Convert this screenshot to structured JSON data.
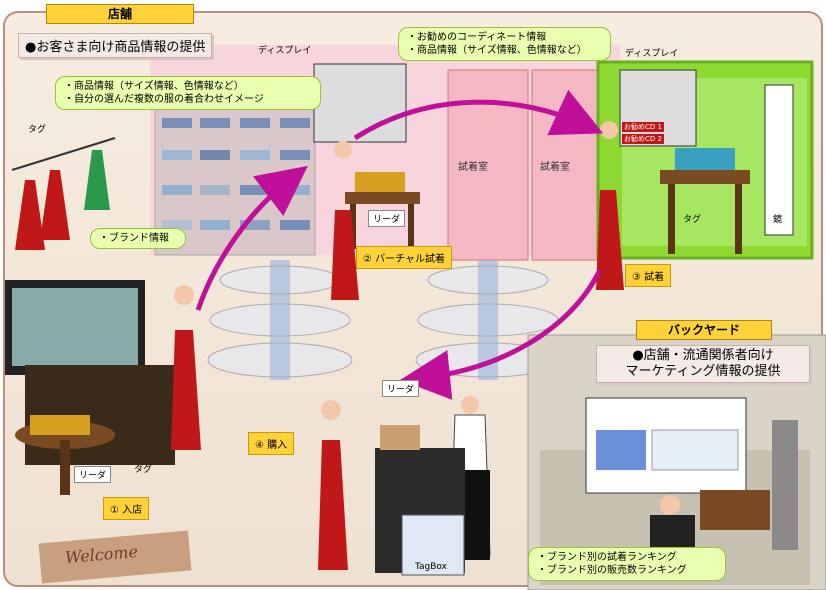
{
  "store": {
    "section_label": "店舗",
    "customer_title": "●お客さま向け商品情報の提供",
    "bubble_product": [
      "・商品情報（サイズ情報、色情報など）",
      "・自分の選んだ複数の服の着合わせイメージ"
    ],
    "bubble_recommend": [
      "・お勧めのコーディネート情報",
      "・商品情報（サイズ情報、色情報など）"
    ],
    "bubble_brand": "・ブランド情報",
    "display_label_1": "ディスプレイ",
    "display_label_2": "ディスプレイ",
    "recommend_cd_1": "お勧めCD 1",
    "recommend_cd_2": "お勧めCD 2",
    "tag_label_1": "タグ",
    "tag_label_2": "タグ",
    "tag_label_3": "タグ",
    "reader_1": "リーダ",
    "reader_2": "リーダ",
    "reader_3": "リーダ",
    "fitting_room_1": "試着室",
    "fitting_room_2": "試着室",
    "mirror_label": "鏡",
    "tagbox_label": "TagBox",
    "welcome_mat": "Welcome"
  },
  "steps": [
    {
      "label": "① 入店"
    },
    {
      "label": "② バーチャル試着"
    },
    {
      "label": "③ 試着"
    },
    {
      "label": "④ 購入"
    }
  ],
  "backyard": {
    "section_label": "バックヤード",
    "title_line1": "●店舗・流通関係者向け",
    "title_line2": "マーケティング情報の提供",
    "bubble": [
      "・ブランド別の試着ランキング",
      "・ブランド別の販売数ランキング"
    ]
  },
  "colors": {
    "tab_yellow": "#ffd23a",
    "bubble_green": "#e8ffb0",
    "arrow_magenta": "#c0109a",
    "fitting_wall_green": "#8ed832",
    "dress_red": "#c01818"
  }
}
